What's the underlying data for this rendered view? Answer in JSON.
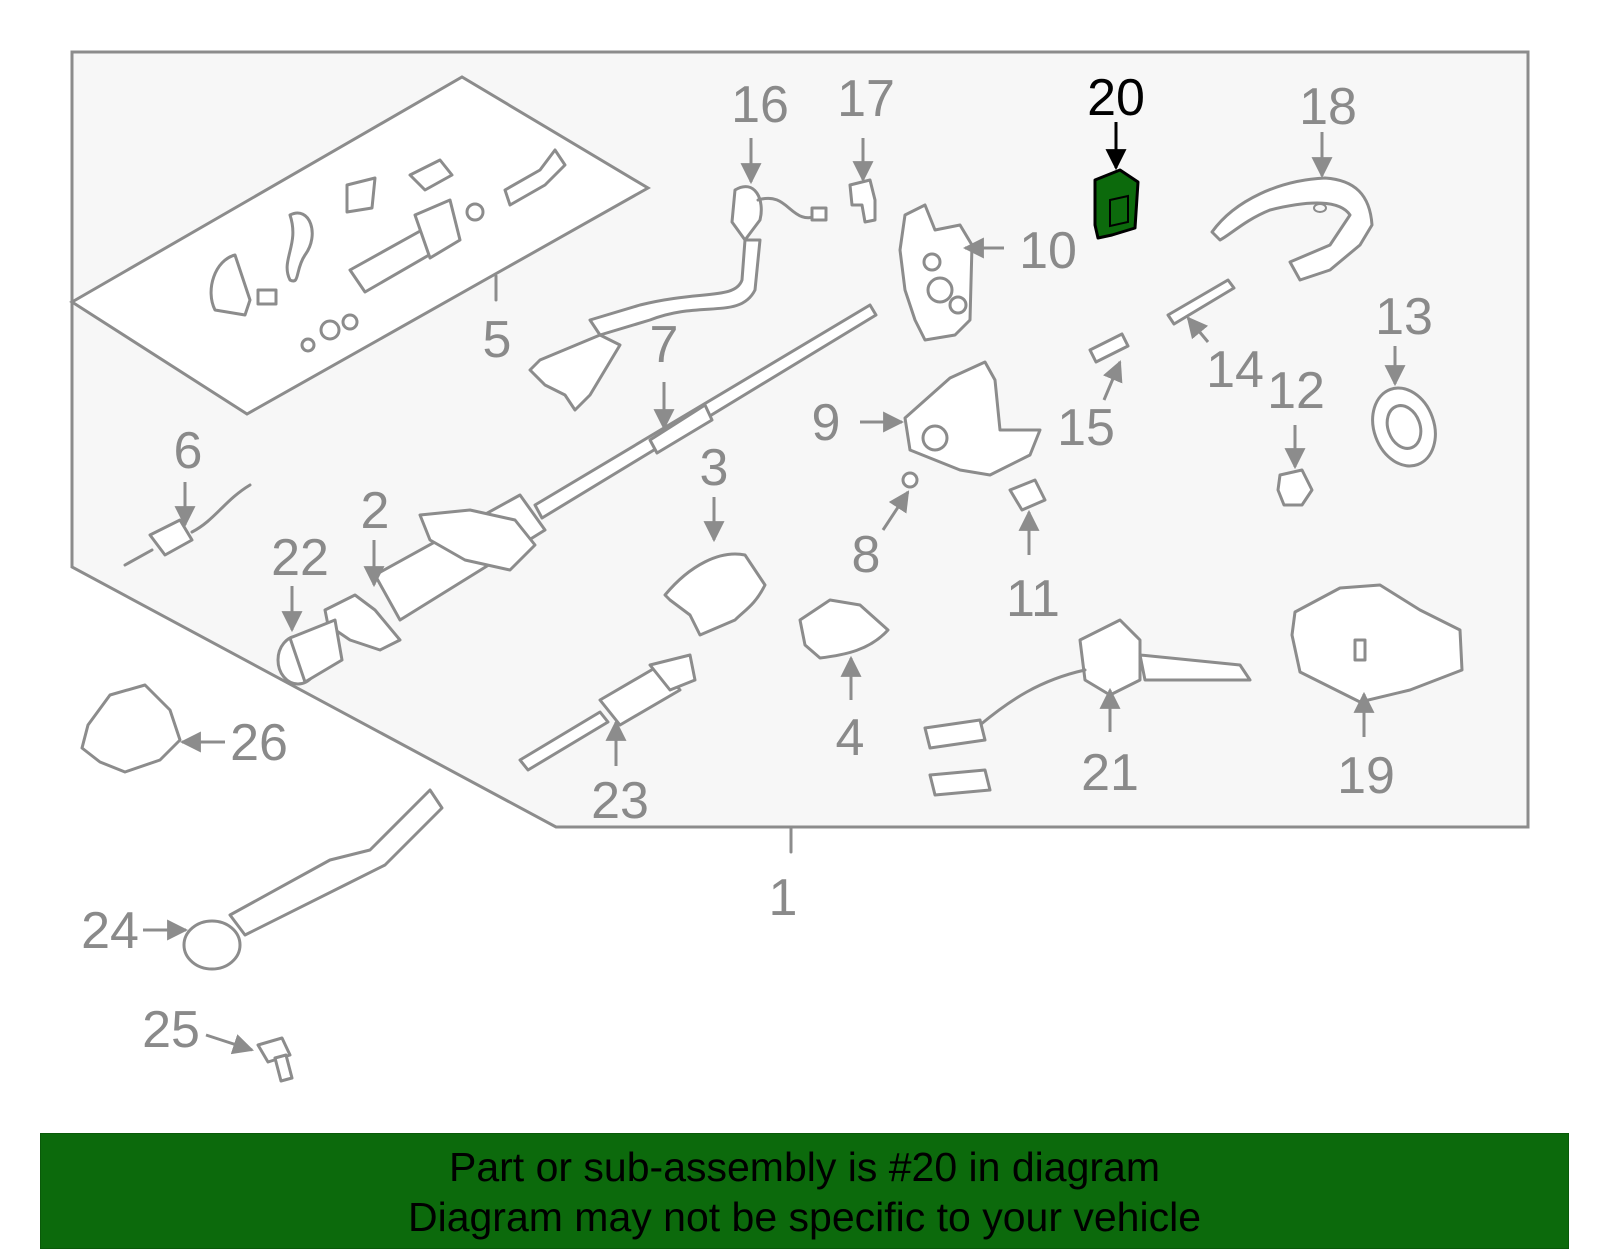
{
  "diagram": {
    "callouts": [
      "1",
      "2",
      "3",
      "4",
      "5",
      "6",
      "7",
      "8",
      "9",
      "10",
      "11",
      "12",
      "13",
      "14",
      "15",
      "16",
      "17",
      "18",
      "19",
      "20",
      "21",
      "22",
      "23",
      "24",
      "25",
      "26"
    ],
    "highlighted_part": "20",
    "colors": {
      "highlight": "#0c6a0c",
      "line": "#8c8c8c",
      "label": "#8a8a8a",
      "panel": "#f7f7f7"
    }
  },
  "banner": {
    "line1": "Part or sub-assembly is #20 in diagram",
    "line2": "Diagram may not be specific to your vehicle"
  }
}
